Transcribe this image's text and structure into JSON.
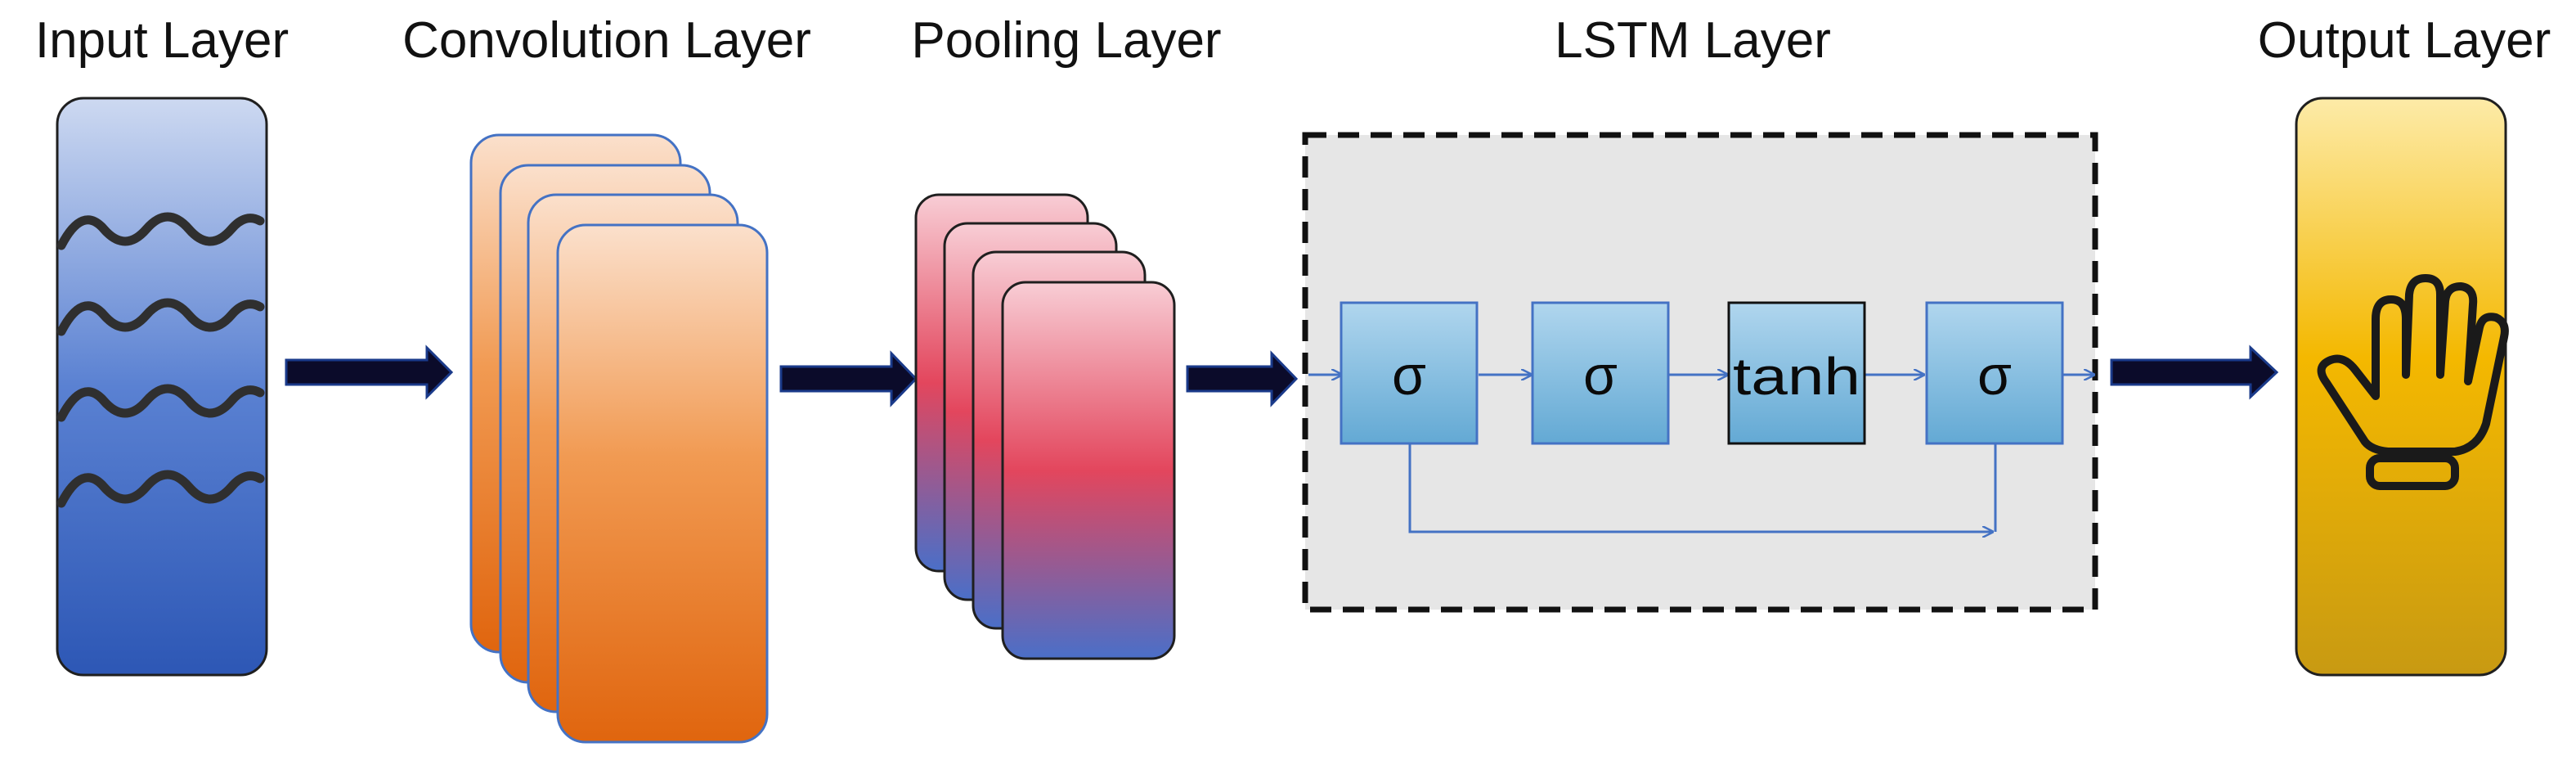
{
  "layers": [
    {
      "title": "Input Layer"
    },
    {
      "title": "Convolution Layer"
    },
    {
      "title": "Pooling Layer"
    },
    {
      "title": "LSTM Layer"
    },
    {
      "title": "Output Layer"
    }
  ],
  "lstm": {
    "gates": [
      {
        "label": "σ"
      },
      {
        "label": "σ"
      },
      {
        "label": "tanh"
      },
      {
        "label": "σ"
      }
    ]
  },
  "output": {
    "icon": "hand-icon"
  },
  "colors": {
    "input_fill": [
      "#c9d6f0",
      "#2f5bb8"
    ],
    "conv_fill": [
      "#fbe0cc",
      "#e06a10"
    ],
    "pool_fill": [
      "#f7c7d0",
      "#e3465d",
      "#4a6fc8"
    ],
    "lstm_bg": "#e6e6e6",
    "gate_fill": [
      "#a8d2ec",
      "#62a8d3"
    ],
    "output_fill": [
      "#fde9a0",
      "#f5b800",
      "#c99a10"
    ],
    "arrow": "#0b0b2a",
    "connector": "#4472c4"
  }
}
